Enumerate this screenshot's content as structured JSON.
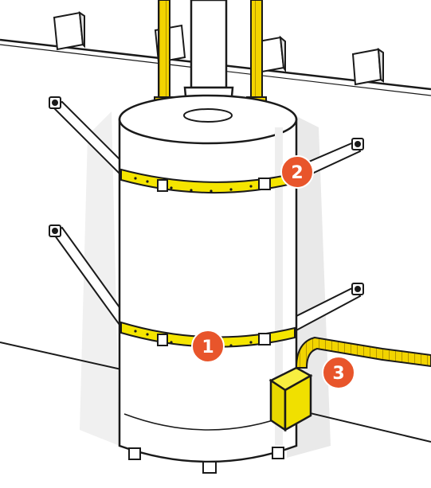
{
  "callouts": [
    {
      "number": "1",
      "color": "#e8552b"
    },
    {
      "number": "2",
      "color": "#e8552b"
    },
    {
      "number": "3",
      "color": "#e8552b"
    }
  ],
  "colors": {
    "strap": "#f5e500",
    "pipe_yellow": "#f2d400",
    "junction_box": "#f0e000",
    "outline": "#1a1a1a",
    "shadow": "#e6e6e6",
    "tank": "#ffffff"
  }
}
